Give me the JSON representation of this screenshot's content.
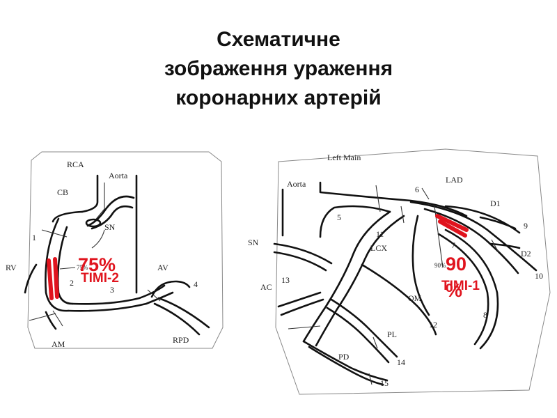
{
  "title": {
    "line1": "Схематичне",
    "line2": "зображення ураження",
    "line3": "коронарних артерій"
  },
  "rca_diagram": {
    "labels": {
      "rca": "RCA",
      "aorta": "Aorta",
      "cb": "CB",
      "sn": "SN",
      "seg1": "1",
      "seg2": "2",
      "seg3": "3",
      "seg4": "4",
      "rv": "RV",
      "av": "AV",
      "am": "AM",
      "rpd": "RPD",
      "small_pct": "75%"
    },
    "lesion": {
      "percent": "75%",
      "timi": "TIMI-2",
      "color": "#e0141e"
    }
  },
  "left_diagram": {
    "labels": {
      "left_main": "Left Main",
      "aorta": "Aorta",
      "lad": "LAD",
      "d1": "D1",
      "d2": "D2",
      "lcx": "LCX",
      "sn": "SN",
      "ac": "AC",
      "om": "OM",
      "pl": "PL",
      "pd": "PD",
      "seg5": "5",
      "seg6": "6",
      "seg7": "7",
      "seg8": "8",
      "seg9": "9",
      "seg10": "10",
      "seg11": "11",
      "seg12": "12",
      "seg13": "13",
      "seg14": "14",
      "seg15": "15",
      "small_pct": "90%"
    },
    "lesion": {
      "percent_line1": "90",
      "percent_line2": "%",
      "timi": "TIMI-1",
      "color": "#e0141e"
    }
  }
}
